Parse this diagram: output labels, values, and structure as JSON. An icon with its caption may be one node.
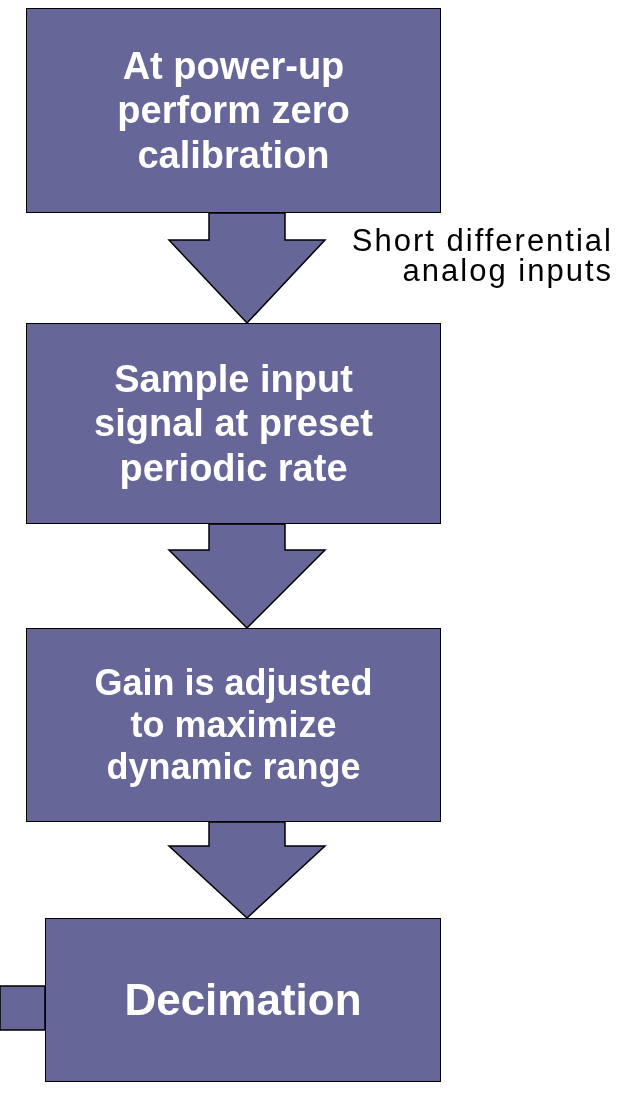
{
  "diagram": {
    "nodes": [
      {
        "text": [
          "At power-up perform zero calibration"
        ]
      },
      {
        "text": [
          "Sample input signal at preset periodic rate"
        ]
      },
      {
        "text": [
          "Gain is adjusted to maximize dynamic range"
        ]
      },
      {
        "text": [
          "Decimation"
        ]
      }
    ],
    "edges": [
      {
        "from": 0,
        "to": 1,
        "arrow": "to",
        "label": "Short differential analog inputs"
      },
      {
        "from": 1,
        "to": 2,
        "arrow": "to"
      },
      {
        "from": 2,
        "to": 3,
        "arrow": "to"
      },
      {
        "from": 3,
        "to": null,
        "arrow": "none"
      }
    ]
  }
}
